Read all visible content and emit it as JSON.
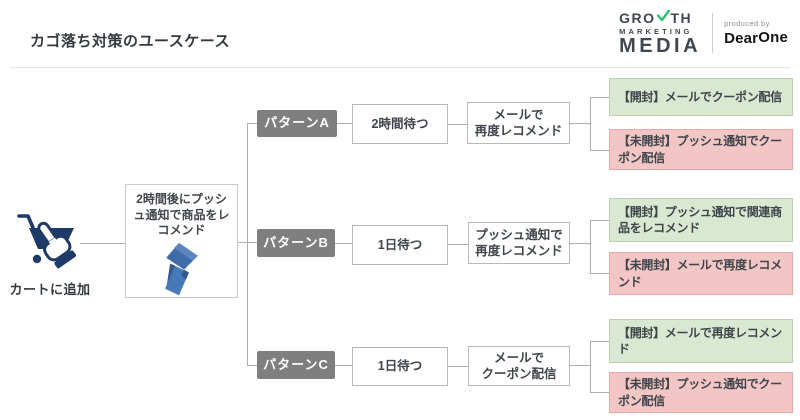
{
  "header": {
    "title": "カゴ落ち対策のユースケース",
    "logo": {
      "growth_pre": "GRO",
      "growth_post": "TH",
      "marketing": "MARKETING",
      "media": "MEDIA",
      "produced_by": "produced by",
      "brand_dear": "Dear",
      "brand_one": "One"
    }
  },
  "colors": {
    "pattern_gray": "#7f7f7f",
    "opened_green_bg": "#dae8d2",
    "unopened_pink_bg": "#f2c6c5",
    "icon_navy": "#1e3a66",
    "logo_check_green": "#2fbf71",
    "connector_gray": "#a9adb2"
  },
  "flow": {
    "trigger_label": "カートに追加",
    "recommend_text": "2時間後にプッシュ通知で商品をレコメンド",
    "patterns": [
      {
        "name": "パターンA",
        "wait": "2時間待つ",
        "action": "メールで\n再度レコメンド",
        "opened": "【開封】メールでクーポン配信",
        "unopened": "【未開封】プッシュ通知でクーポン配信"
      },
      {
        "name": "パターンB",
        "wait": "1日待つ",
        "action": "プッシュ通知で\n再度レコメンド",
        "opened": "【開封】プッシュ通知で関連商品をレコメンド",
        "unopened": "【未開封】メールで再度レコメンド"
      },
      {
        "name": "パターンC",
        "wait": "1日待つ",
        "action": "メールで\nクーポン配信",
        "opened": "【開封】メールで再度レコメンド",
        "unopened": "【未開封】プッシュ通知でクーポン配信"
      }
    ]
  }
}
